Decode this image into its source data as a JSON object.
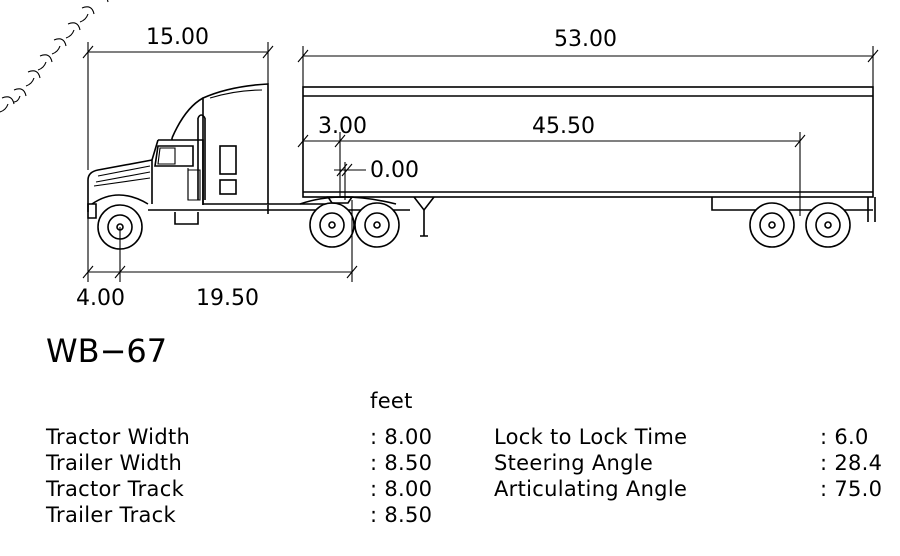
{
  "drawing": {
    "model": "WB−67",
    "units": "feet",
    "dimensions": {
      "tractor_length": "15.00",
      "trailer_length": "53.00",
      "kingpin_offset": "3.00",
      "kingpin_to_rear_axle": "45.50",
      "hitch_offset": "0.00",
      "front_overhang": "4.00",
      "tractor_wheelbase": "19.50"
    },
    "specs_left": [
      {
        "label": "Tractor Width",
        "value": ": 8.00"
      },
      {
        "label": "Trailer Width",
        "value": ": 8.50"
      },
      {
        "label": "Tractor Track",
        "value": ": 8.00"
      },
      {
        "label": "Trailer Track",
        "value": ": 8.50"
      }
    ],
    "specs_right": [
      {
        "label": "Lock to Lock Time",
        "value": ": 6.0"
      },
      {
        "label": "Steering Angle",
        "value": ": 28.4"
      },
      {
        "label": "Articulating Angle",
        "value": ": 75.0"
      }
    ]
  }
}
